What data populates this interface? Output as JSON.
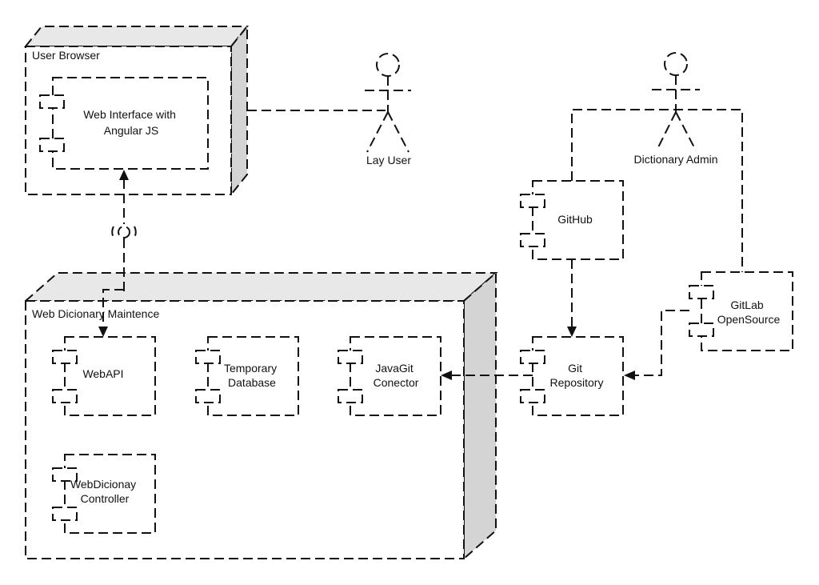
{
  "nodes": {
    "user_browser": "User Browser",
    "web_maintenance": "Web Dicionary Maintence"
  },
  "components": {
    "web_interface": [
      "Web Interface with",
      "Angular JS"
    ],
    "webapi": [
      "WebAPI"
    ],
    "temporary_database": [
      "Temporary",
      "Database"
    ],
    "javagit_connector": [
      "JavaGit",
      "Conector"
    ],
    "webdicionay_controller": [
      "WebDicionay",
      "Controller"
    ],
    "github": [
      "GitHub"
    ],
    "git_repository": [
      "Git",
      "Repository"
    ],
    "gitlab": [
      "GitLab",
      "OpenSource"
    ]
  },
  "actors": {
    "lay_user": "Lay User",
    "dictionary_admin": "Dictionary Admin"
  },
  "colors": {
    "stroke": "#111111",
    "node_top": "#e8e8e8",
    "node_side": "#d4d4d4",
    "background": "#ffffff"
  }
}
